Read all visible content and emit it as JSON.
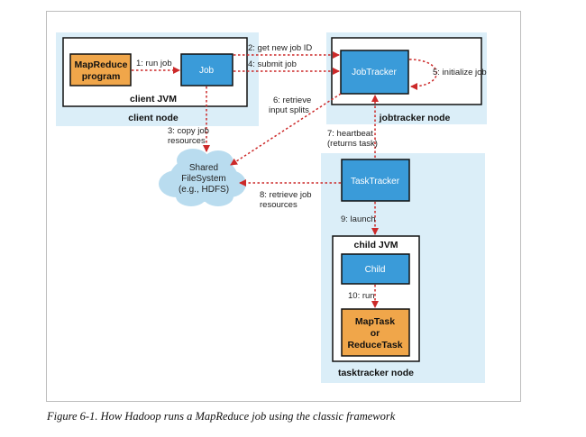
{
  "nodes": {
    "client_node": "client node",
    "client_jvm": "client JVM",
    "mapreduce_program": [
      "MapReduce",
      "program"
    ],
    "job": "Job",
    "jobtracker_node": "jobtracker node",
    "jobtracker": "JobTracker",
    "tasktracker_node": "tasktracker node",
    "tasktracker": "TaskTracker",
    "child_jvm": "child JVM",
    "child": "Child",
    "maptask": [
      "MapTask",
      "or",
      "ReduceTask"
    ],
    "shared_fs": [
      "Shared",
      "FileSystem",
      "(e.g., HDFS)"
    ]
  },
  "edges": {
    "run_job": "1: run job",
    "get_job_id": "2: get new job ID",
    "copy_resources": [
      "3: copy job",
      "resources"
    ],
    "submit_job": "4: submit job",
    "initialize_job": "5: initialize job",
    "retrieve_splits": [
      "6: retrieve",
      "input splits"
    ],
    "heartbeat": [
      "7: heartbeat",
      "(returns task)"
    ],
    "retrieve_resources": [
      "8: retrieve job",
      "resources"
    ],
    "launch": "9: launch",
    "run": "10: run"
  },
  "caption": "Figure 6-1. How Hadoop runs a MapReduce job using the classic framework",
  "colors": {
    "node_bg": "#dbeef8",
    "process_blue": "#3a9bd9",
    "orange": "#f0a64a",
    "arrow_red": "#cc2929",
    "cloud": "#b9dcef"
  }
}
